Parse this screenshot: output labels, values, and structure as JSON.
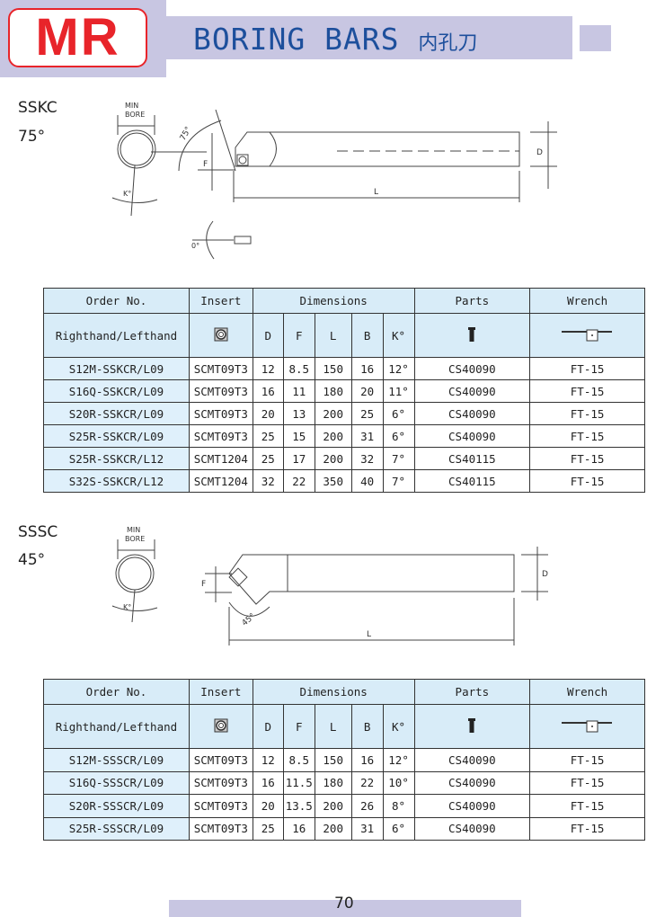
{
  "header": {
    "logo": "MR",
    "title": "BORING BARS",
    "title_cn": "内孔刀"
  },
  "sections": [
    {
      "code": "SSKC",
      "angle": "75°",
      "drawing": {
        "min_bore": [
          "MIN",
          "BORE"
        ],
        "angle_label": "75°",
        "f": "F",
        "d": "D",
        "l": "L",
        "k": "K°",
        "zero": "0°"
      },
      "headers": {
        "order": "Order No.",
        "insert": "Insert",
        "dimensions": "Dimensions",
        "parts": "Parts",
        "wrench": "Wrench",
        "hand": "Righthand/Lefthand",
        "dims": [
          "D",
          "F",
          "L",
          "B",
          "K°"
        ]
      },
      "rows": [
        [
          "S12M-SSKCR/L09",
          "SCMT09T3",
          "12",
          "8.5",
          "150",
          "16",
          "12°",
          "CS40090",
          "FT-15"
        ],
        [
          "S16Q-SSKCR/L09",
          "SCMT09T3",
          "16",
          "11",
          "180",
          "20",
          "11°",
          "CS40090",
          "FT-15"
        ],
        [
          "S20R-SSKCR/L09",
          "SCMT09T3",
          "20",
          "13",
          "200",
          "25",
          "6°",
          "CS40090",
          "FT-15"
        ],
        [
          "S25R-SSKCR/L09",
          "SCMT09T3",
          "25",
          "15",
          "200",
          "31",
          "6°",
          "CS40090",
          "FT-15"
        ],
        [
          "S25R-SSKCR/L12",
          "SCMT1204",
          "25",
          "17",
          "200",
          "32",
          "7°",
          "CS40115",
          "FT-15"
        ],
        [
          "S32S-SSKCR/L12",
          "SCMT1204",
          "32",
          "22",
          "350",
          "40",
          "7°",
          "CS40115",
          "FT-15"
        ]
      ]
    },
    {
      "code": "SSSC",
      "angle": "45°",
      "drawing": {
        "min_bore": [
          "MIN",
          "BORE"
        ],
        "angle_label": "45°",
        "f": "F",
        "d": "D",
        "l": "L",
        "k": "K°"
      },
      "headers": {
        "order": "Order No.",
        "insert": "Insert",
        "dimensions": "Dimensions",
        "parts": "Parts",
        "wrench": "Wrench",
        "hand": "Righthand/Lefthand",
        "dims": [
          "D",
          "F",
          "L",
          "B",
          "K°"
        ]
      },
      "rows": [
        [
          "S12M-SSSCR/L09",
          "SCMT09T3",
          "12",
          "8.5",
          "150",
          "16",
          "12°",
          "CS40090",
          "FT-15"
        ],
        [
          "S16Q-SSSCR/L09",
          "SCMT09T3",
          "16",
          "11.5",
          "180",
          "22",
          "10°",
          "CS40090",
          "FT-15"
        ],
        [
          "S20R-SSSCR/L09",
          "SCMT09T3",
          "20",
          "13.5",
          "200",
          "26",
          "8°",
          "CS40090",
          "FT-15"
        ],
        [
          "S25R-SSSCR/L09",
          "SCMT09T3",
          "25",
          "16",
          "200",
          "31",
          "6°",
          "CS40090",
          "FT-15"
        ]
      ]
    }
  ],
  "footer": {
    "page": "70"
  }
}
